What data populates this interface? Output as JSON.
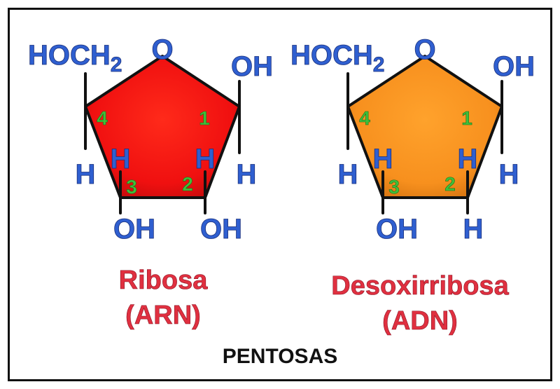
{
  "ribose": {
    "hoch2": "HOCH",
    "hoch2_sub": "2",
    "ring_o": "O",
    "oh_c1": "OH",
    "h_c1": "H",
    "h_c2": "H",
    "oh_c2": "OH",
    "h_c3": "H",
    "oh_c3": "OH",
    "h_c4": "H",
    "num_1": "1",
    "num_2": "2",
    "num_3": "3",
    "num_4": "4",
    "name": "Ribosa",
    "acid": "(ARN)"
  },
  "deoxyribose": {
    "hoch2": "HOCH",
    "hoch2_sub": "2",
    "ring_o": "O",
    "oh_c1": "OH",
    "h_c1": "H",
    "h_c2": "H",
    "h_c2_bottom": "H",
    "h_c3": "H",
    "oh_c3": "OH",
    "h_c4": "H",
    "num_1": "1",
    "num_2": "2",
    "num_3": "3",
    "num_4": "4",
    "name": "Desoxirribosa",
    "acid": "(ADN)"
  },
  "caption": "PENTOSAS",
  "colors": {
    "ribose_fill": "#f41414",
    "deoxyribose_fill": "#f7901e",
    "atom_text": "#2f5fd0",
    "carbon_numbers": "#3fbf3a",
    "sugar_names": "#e03040",
    "frame": "#111111"
  }
}
